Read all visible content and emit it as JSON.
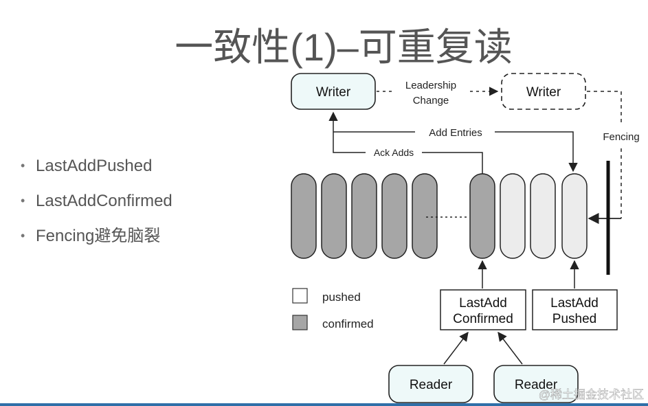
{
  "slide": {
    "title": "一致性(1)–可重复读",
    "bullets": [
      "LastAddPushed",
      "LastAddConfirmed",
      "Fencing避免脑裂"
    ],
    "watermark": "@稀土掘金技术社区"
  },
  "diagram": {
    "writer_left": "Writer",
    "writer_right": "Writer",
    "leadership_change": [
      "Leadership",
      "Change"
    ],
    "add_entries": "Add Entries",
    "ack_adds": "Ack Adds",
    "fencing": "Fencing",
    "legend_pushed": "pushed",
    "legend_confirmed": "confirmed",
    "last_add_confirmed": [
      "LastAdd",
      "Confirmed"
    ],
    "last_add_pushed": [
      "LastAdd",
      "Pushed"
    ],
    "reader_left": "Reader",
    "reader_right": "Reader",
    "entries": [
      "confirmed",
      "confirmed",
      "confirmed",
      "confirmed",
      "confirmed",
      "confirmed",
      "pushed",
      "pushed",
      "pushed"
    ],
    "colors": {
      "confirmed": "#a6a6a6",
      "pushed": "#ececec",
      "node_fill": "#eef9f9",
      "stroke": "#222222"
    }
  }
}
